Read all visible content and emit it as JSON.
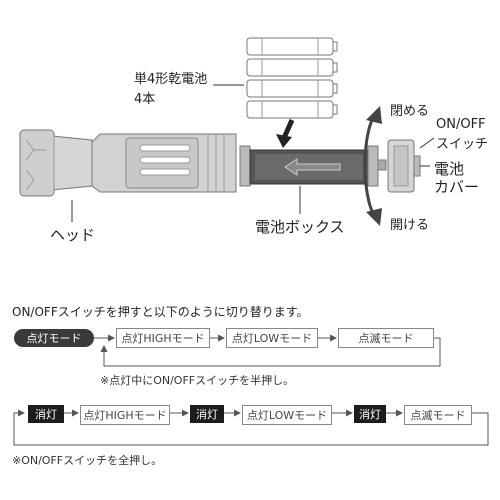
{
  "labels": {
    "battery": "単4形乾電池",
    "battery_count": "4本",
    "close": "閉める",
    "switch_line1": "ON/OFF",
    "switch_line2": "スイッチ",
    "cover_line1": "電池",
    "cover_line2": "カバー",
    "open": "開ける",
    "head": "ヘッド",
    "battery_box": "電池ボックス"
  },
  "half_press": {
    "intro": "ON/OFFスイッチを押すと以下のように切り替ります。",
    "start_mode": "点灯モード",
    "modes": [
      "点灯HIGHモード",
      "点灯LOWモード",
      "点滅モード"
    ],
    "note": "※点灯中にON/OFFスイッチを半押し。"
  },
  "full_press": {
    "off_label": "消灯",
    "modes": [
      "点灯HIGHモード",
      "点灯LOWモード",
      "点滅モード"
    ],
    "note": "※ON/OFFスイッチを全押し。"
  },
  "colors": {
    "body": "#d6d6d6",
    "dark": "#1c1c1c",
    "pill": "#3a3a3a",
    "line": "#888888"
  }
}
